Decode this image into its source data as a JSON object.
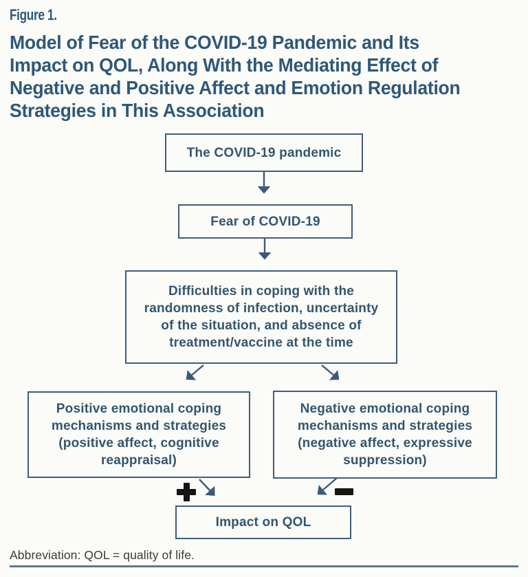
{
  "figure": {
    "label": "Figure 1.",
    "title_lines": [
      "Model of Fear of the COVID-19 Pandemic and Its",
      "Impact on QOL, Along With the Mediating Effect of",
      "Negative and Positive Affect and Emotion Regulation",
      "Strategies in This Association"
    ]
  },
  "flowchart": {
    "nodes": {
      "pandemic": {
        "label": "The COVID-19 pandemic"
      },
      "fear": {
        "label": "Fear of COVID-19"
      },
      "difficulties": {
        "label": "Difficulties in coping with the\nrandomness of infection, uncertainty\nof the situation, and absence of\ntreatment/vaccine at the time"
      },
      "positive": {
        "label": "Positive emotional coping\nmechanisms and strategies\n(positive affect, cognitive\nreappraisal)"
      },
      "negative": {
        "label": "Negative emotional coping\nmechanisms and strategies\n(negative affect, expressive\nsuppression)"
      },
      "impact": {
        "label": "Impact on QOL"
      }
    },
    "edge_signs": {
      "positive_path": "+",
      "negative_path": "−"
    }
  },
  "footnote": "Abbreviation: QOL = quality of life.",
  "colors": {
    "accent": "#2e5878",
    "border": "#3f5e7a",
    "node_text": "#33566e",
    "arrow": "#3b5a77",
    "sign": "#151515",
    "footnote_text": "#3a3a3a",
    "rule": "#5a7891",
    "page_bg": "#fbfbf8"
  }
}
